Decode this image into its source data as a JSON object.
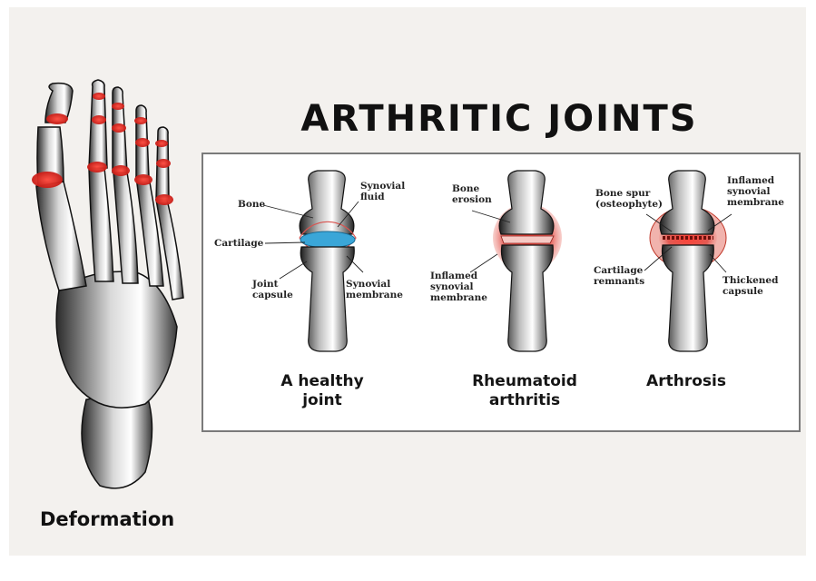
{
  "title": "ARTHRITIC JOINTS",
  "foot": {
    "caption": "Deformation"
  },
  "colors": {
    "inflamed": "#e53a33",
    "cartilage": "#3aa6d8",
    "panel_border": "#7a7a7a",
    "background": "#f3f1ee"
  },
  "joints": {
    "healthy": {
      "caption": "A healthy\njoint",
      "labels": {
        "bone": "Bone",
        "synovial_fluid": "Synovial\nfluid",
        "cartilage": "Cartilage",
        "joint_capsule": "Joint\ncapsule",
        "synovial_membrane": "Synovial\nmembrane"
      }
    },
    "rheumatoid": {
      "caption": "Rheumatoid\narthritis",
      "labels": {
        "bone_erosion": "Bone\nerosion",
        "inflamed_membrane": "Inflamed\nsynovial\nmembrane"
      }
    },
    "arthrosis": {
      "caption": "Arthrosis",
      "labels": {
        "bone_spur": "Bone spur\n(osteophyte)",
        "inflamed_membrane": "Inflamed\nsynovial\nmembrane",
        "cartilage_remnants": "Cartilage\nremnants",
        "thickened_capsule": "Thickened\ncapsule"
      }
    }
  }
}
